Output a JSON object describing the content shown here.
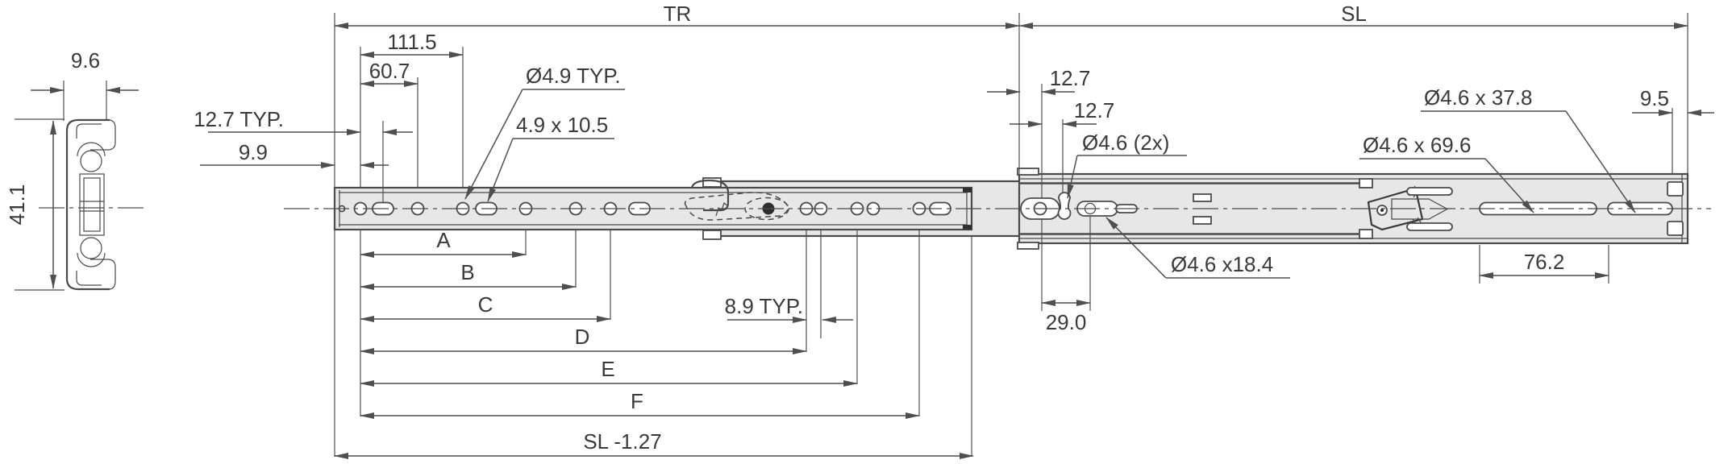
{
  "colors": {
    "background": "#ffffff",
    "outline": "#4a4a4a",
    "dimension_line": "#4f4f4f",
    "text": "#3a3a3a",
    "rail_fill": "#e7e7e7",
    "dark_detail": "#2f2f2f"
  },
  "views": {
    "cross_section": {
      "width_dim": "9.6",
      "height_dim": "41.1"
    },
    "side_view": {
      "travel_dim": "TR",
      "length_dim": "SL",
      "drawer_member": {
        "dim_111_5": "111.5",
        "dim_60_7": "60.7",
        "dim_12_7_typ": "12.7 TYP.",
        "dim_9_9": "9.9",
        "hole_callout": "Ø4.9 TYP.",
        "slot_callout": "4.9 x 10.5",
        "dim_8_9_typ": "8.9 TYP."
      },
      "cabinet_member": {
        "dim_12_7_a": "12.7",
        "dim_12_7_b": "12.7",
        "hole_callout_2x": "Ø4.6 (2x)",
        "slot_callout_18_4": "Ø4.6 x18.4",
        "dim_29_0": "29.0",
        "dim_9_5": "9.5",
        "slot_callout_37_8": "Ø4.6 x 37.8",
        "slot_callout_69_6": "Ø4.6 x 69.6",
        "dim_76_2": "76.2"
      },
      "hole_pattern_dims": {
        "a": "A",
        "b": "B",
        "c": "C",
        "d": "D",
        "e": "E",
        "f": "F",
        "sl_minus": "SL -1.27"
      }
    }
  }
}
